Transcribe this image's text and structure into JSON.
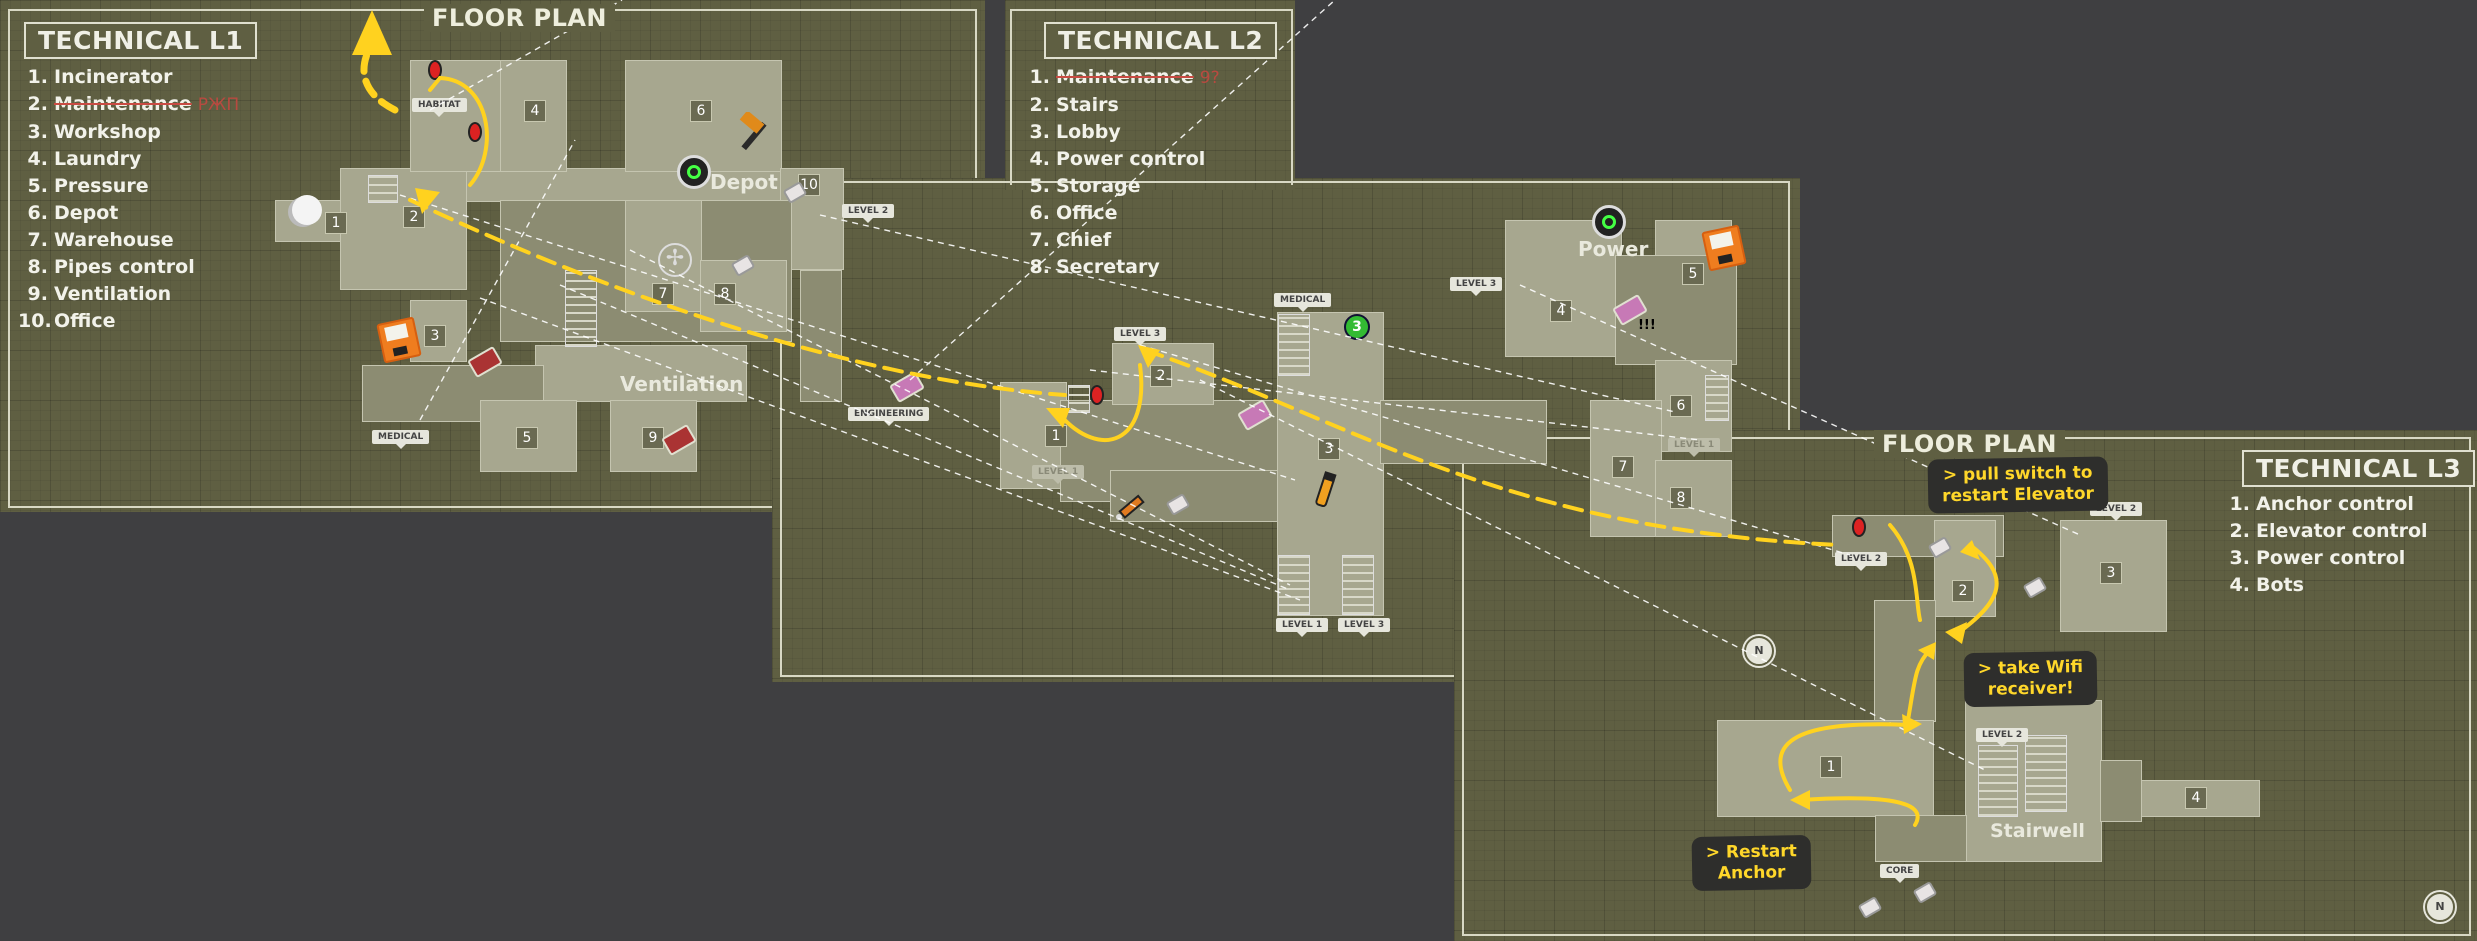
{
  "l1": {
    "title": "TECHNICAL L1",
    "floorplan": "FLOOR PLAN",
    "legend": [
      {
        "n": "1.",
        "label": "Incinerator",
        "struck": false,
        "note": ""
      },
      {
        "n": "2.",
        "label": "Maintenance",
        "struck": true,
        "note": "РЖП"
      },
      {
        "n": "3.",
        "label": "Workshop",
        "struck": false,
        "note": ""
      },
      {
        "n": "4.",
        "label": "Laundry",
        "struck": false,
        "note": ""
      },
      {
        "n": "5.",
        "label": "Pressure",
        "struck": false,
        "note": ""
      },
      {
        "n": "6.",
        "label": "Depot",
        "struck": false,
        "note": ""
      },
      {
        "n": "7.",
        "label": "Warehouse",
        "struck": false,
        "note": ""
      },
      {
        "n": "8.",
        "label": "Pipes control",
        "struck": false,
        "note": ""
      },
      {
        "n": "9.",
        "label": "Ventilation",
        "struck": false,
        "note": ""
      },
      {
        "n": "10.",
        "label": "Office",
        "struck": false,
        "note": ""
      }
    ],
    "room_names": {
      "depot": "Depot",
      "ventilation": "Ventilation"
    },
    "tags": {
      "habitat": "HABITAT",
      "level2": "LEVEL 2",
      "medical": "MEDICAL",
      "engineering": "ENGINEERING"
    },
    "nums": [
      "1",
      "2",
      "3",
      "4",
      "5",
      "6",
      "7",
      "8",
      "9",
      "10"
    ]
  },
  "l2": {
    "title": "TECHNICAL L2",
    "legend": [
      {
        "n": "1.",
        "label": "Maintenance",
        "struck": true,
        "note": "9?"
      },
      {
        "n": "2.",
        "label": "Stairs",
        "struck": false,
        "note": ""
      },
      {
        "n": "3.",
        "label": "Lobby",
        "struck": false,
        "note": ""
      },
      {
        "n": "4.",
        "label": "Power control",
        "struck": false,
        "note": ""
      },
      {
        "n": "5.",
        "label": "Storage",
        "struck": false,
        "note": ""
      },
      {
        "n": "6.",
        "label": "Office",
        "struck": false,
        "note": ""
      },
      {
        "n": "7.",
        "label": "Chief",
        "struck": false,
        "note": ""
      },
      {
        "n": "8.",
        "label": "Secretary",
        "struck": false,
        "note": ""
      }
    ],
    "room_names": {
      "power": "Power"
    },
    "tags": {
      "level3a": "LEVEL 3",
      "level3b": "LEVEL 3",
      "medical": "MEDICAL",
      "level1a": "LEVEL 1",
      "level1b": "LEVEL 1",
      "level3c": "LEVEL 3",
      "level1c": "LEVEL 1"
    },
    "nums": [
      "1",
      "2",
      "3",
      "4",
      "5",
      "6",
      "7",
      "8"
    ],
    "bang": "!!!",
    "coin": "3",
    "compass": "N"
  },
  "l3": {
    "title": "TECHNICAL L3",
    "floorplan": "FLOOR PLAN",
    "legend": [
      {
        "n": "1.",
        "label": "Anchor control",
        "struck": false,
        "note": ""
      },
      {
        "n": "2.",
        "label": "Elevator control",
        "struck": false,
        "note": ""
      },
      {
        "n": "3.",
        "label": "Power control",
        "struck": false,
        "note": ""
      },
      {
        "n": "4.",
        "label": "Bots",
        "struck": false,
        "note": ""
      }
    ],
    "room_names": {
      "stairwell": "Stairwell"
    },
    "tags": {
      "level2a": "LEVEL 2",
      "level2b": "LEVEL 2",
      "level2c": "LEVEL 2",
      "core": "CORE"
    },
    "nums": [
      "1",
      "2",
      "3",
      "4"
    ],
    "compass": "N",
    "callouts": {
      "switch": "> pull switch to\nrestart Elevator",
      "wifi": "> take Wifi\nreceiver!",
      "anchor": "> Restart\nAnchor"
    }
  },
  "colors": {
    "panel": "#5f5f42",
    "room": "#a7a78f",
    "route": "#ffd21f",
    "background": "#3f3f41",
    "strike": "#c94b43"
  }
}
